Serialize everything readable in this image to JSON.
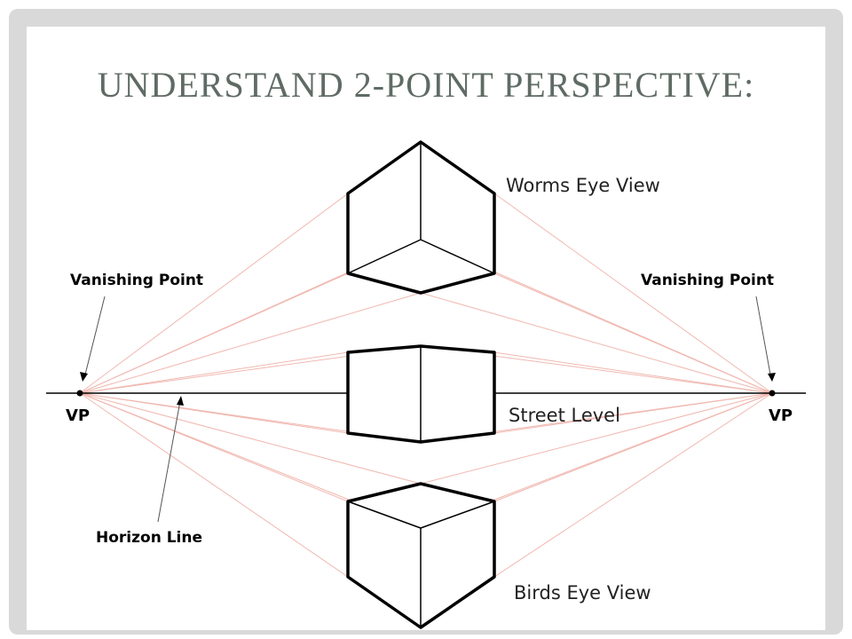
{
  "slide": {
    "title": "UNDERSTAND 2-POINT PERSPECTIVE:"
  },
  "diagram": {
    "labels": {
      "worms_eye": "Worms Eye View",
      "street_level": "Street Level",
      "birds_eye": "Birds Eye View",
      "vanishing_point_left": "Vanishing Point",
      "vanishing_point_right": "Vanishing Point",
      "vp_left": "VP",
      "vp_right": "VP",
      "horizon_line": "Horizon Line"
    },
    "colors": {
      "construction_lines": "#f0b8b0",
      "outline": "#000000",
      "title": "#5f6b64",
      "frame": "#d9d9d9"
    }
  }
}
